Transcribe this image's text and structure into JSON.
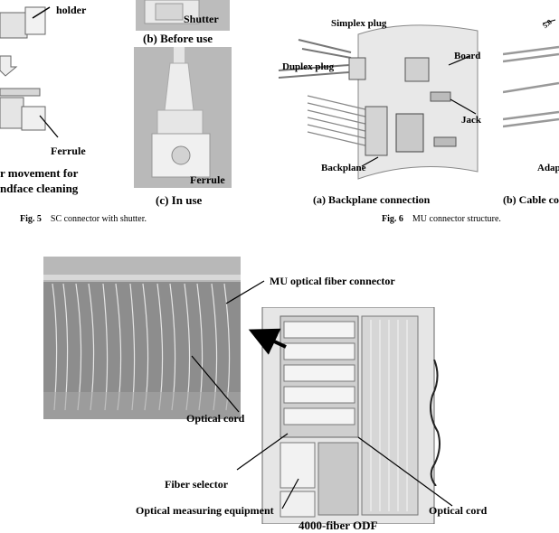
{
  "fig5": {
    "labels": {
      "holder": "holder",
      "shutter": "Shutter",
      "ferrule_left": "Ferrule",
      "ferrule_photo": "Ferrule"
    },
    "left_caption_line1": "r movement for",
    "left_caption_line2": "ndface cleaning",
    "sub_b": "(b) Before use",
    "sub_c": "(c) In use",
    "caption_num": "Fig. 5",
    "caption_text": "SC connector with shutter."
  },
  "fig6": {
    "labels": {
      "simplex_plug": "Simplex plug",
      "duplex_plug": "Duplex plug",
      "board": "Board",
      "jack": "Jack",
      "backplane": "Backplane",
      "adapter_partial": "Adap",
      "dimension_partial": "5.8"
    },
    "sub_a": "(a) Backplane connection",
    "sub_b_partial": "(b) Cable co",
    "caption_num": "Fig. 6",
    "caption_text": "MU connector structure."
  },
  "fig7": {
    "labels": {
      "mu_connector": "MU optical fiber connector",
      "optical_cord_photo": "Optical cord",
      "fiber_selector": "Fiber selector",
      "optical_measuring": "Optical measuring equipment",
      "optical_cord_right": "Optical cord",
      "odf_partial": "4000-fiber ODF"
    }
  }
}
